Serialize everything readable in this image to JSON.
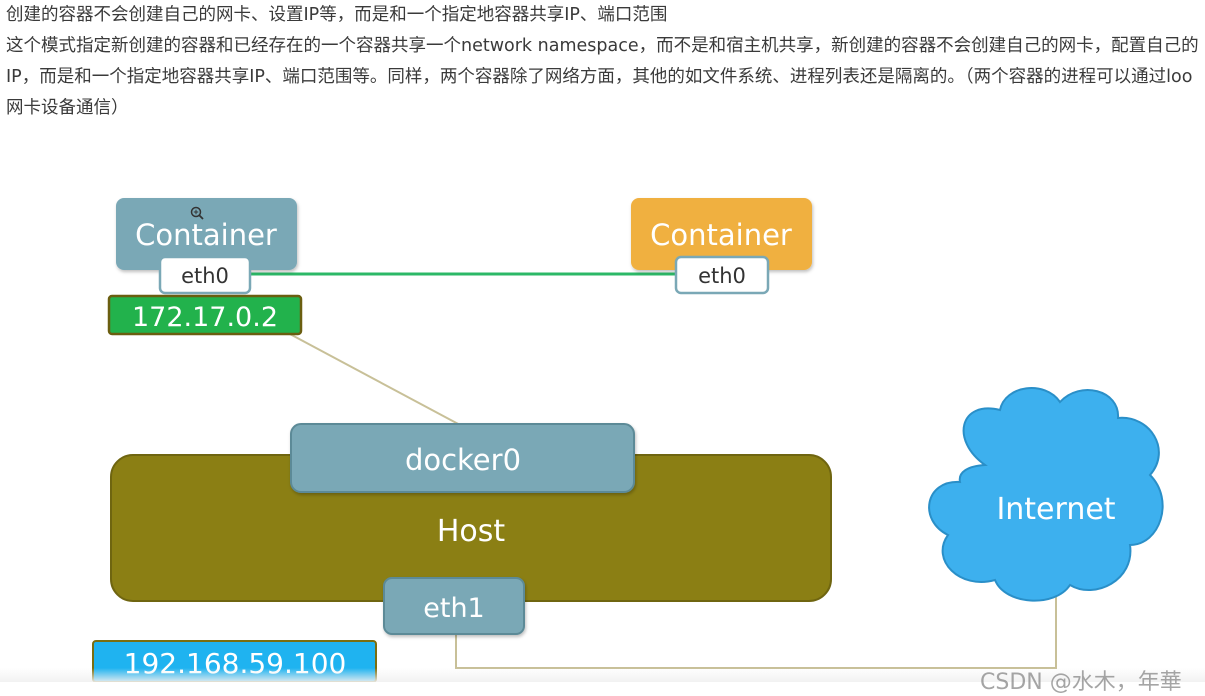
{
  "intro": {
    "title_line": "创建的容器不会创建自己的网卡、设置IP等，而是和一个指定地容器共享IP、端口范围",
    "description": "这个模式指定新创建的容器和已经存在的一个容器共享一个network namespace，而不是和宿主机共享，新创建的容器不会创建自己的网卡，配置自己的IP，而是和一个指定地容器共享IP、端口范围等。同样，两个容器除了网络方面，其他的如文件系统、进程列表还是隔离的。（两个容器的进程可以通过loo 网卡设备通信）"
  },
  "diagram": {
    "container_left": {
      "label": "Container",
      "nic": "eth0",
      "ip": "172.17.0.2",
      "color": "#7aa8b6"
    },
    "container_right": {
      "label": "Container",
      "nic": "eth0",
      "color": "#f0b040"
    },
    "bridge": {
      "label": "docker0",
      "color": "#7aa8b6"
    },
    "host": {
      "label": "Host",
      "nic": "eth1",
      "ip": "192.168.59.100",
      "color": "#8b7f14"
    },
    "internet": {
      "label": "Internet",
      "color": "#3db0ee"
    },
    "link_color": "#2cb867",
    "ip_badge_green": "#22b24c",
    "ip_badge_blue": "#1fb3f0"
  },
  "watermark": "CSDN @水木，年華"
}
